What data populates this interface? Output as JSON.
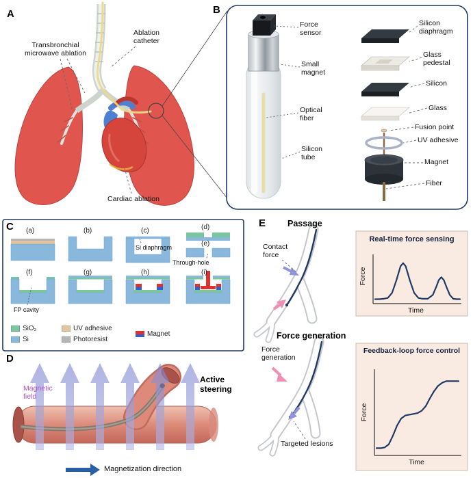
{
  "panels": {
    "a": {
      "letter": "A",
      "labels": {
        "transbronchial": "Transbronchial\nmicrowave ablation",
        "ablation_catheter": "Ablation\ncatheter",
        "cardiac_ablation": "Cardiac ablation"
      }
    },
    "b": {
      "letter": "B",
      "probe_labels": {
        "force_sensor": "Force\nsensor",
        "small_magnet": "Small\nmagnet",
        "optical_fiber": "Optical\nfiber",
        "silicon_tube": "Silicon\ntube"
      },
      "stack_labels": {
        "silicon_diaphragm": "Silicon\ndiaphragm",
        "glass_pedestal": "Glass\npedestal",
        "silicon": "Silicon",
        "glass": "Glass",
        "fusion_point": "Fusion point",
        "uv_adhesive": "UV adhesive",
        "magnet": "Magnet",
        "fiber": "Fiber"
      }
    },
    "c": {
      "letter": "C",
      "steps": [
        "(a)",
        "(b)",
        "(c)",
        "(d)",
        "(e)",
        "(f)",
        "(g)",
        "(h)",
        "(i)"
      ],
      "annotations": {
        "si_diaphragm": "Si diaphragm",
        "through_hole": "Through-hole",
        "fp_cavity": "FP cavity"
      },
      "legend": [
        {
          "label": "SiO₂",
          "color": "#7cc5a1"
        },
        {
          "label": "Si",
          "color": "#8ab8dc"
        },
        {
          "label": "UV adhesive",
          "color": "#e2c49e"
        },
        {
          "label": "Photoresist",
          "color": "#b5b5b5"
        },
        {
          "label": "Magnet",
          "color": "#e0312d",
          "color2": "#2f5fd0"
        }
      ]
    },
    "d": {
      "letter": "D",
      "labels": {
        "magnetic_field": "Magnetic\nfield",
        "active_steering": "Active\nsteering",
        "magnetization_direction": "Magnetization direction"
      },
      "magnetic_field_color": "#b04fc8"
    },
    "e": {
      "letter": "E",
      "headings": {
        "passage": "Passage",
        "force_generation": "Force generation"
      },
      "labels": {
        "contact_force": "Contact\nforce",
        "force_generation_arrow": "Force\ngeneration",
        "targeted_lesions": "Targeted lesions"
      }
    }
  },
  "chart_data": [
    {
      "type": "line",
      "title": "Real-time force sensing",
      "xlabel": "Time",
      "ylabel": "Force",
      "description": "Qualitative sketch: two transient contact-force peaks during passage, first larger than second; axes unnumbered",
      "x_range": [
        0,
        1
      ],
      "y_range": [
        0,
        1
      ],
      "x": [
        0,
        0.05,
        0.1,
        0.15,
        0.2,
        0.25,
        0.3,
        0.33,
        0.36,
        0.41,
        0.46,
        0.51,
        0.56,
        0.62,
        0.68,
        0.72,
        0.75,
        0.78,
        0.81,
        0.84,
        0.88,
        0.92,
        0.96,
        1.0
      ],
      "y": [
        0.04,
        0.04,
        0.05,
        0.07,
        0.19,
        0.48,
        0.82,
        0.89,
        0.82,
        0.48,
        0.19,
        0.07,
        0.05,
        0.05,
        0.14,
        0.33,
        0.49,
        0.56,
        0.49,
        0.33,
        0.14,
        0.05,
        0.04,
        0.04
      ]
    },
    {
      "type": "line",
      "title": "Feedback-loop force control",
      "xlabel": "Time",
      "ylabel": "Force",
      "description": "Qualitative sketch: monotonic staircase force profile (rise, plateau, rise, plateau); axes unnumbered",
      "x_range": [
        0,
        1
      ],
      "y_range": [
        0,
        1
      ],
      "x": [
        0,
        0.05,
        0.1,
        0.15,
        0.2,
        0.25,
        0.3,
        0.35,
        0.4,
        0.45,
        0.5,
        0.55,
        0.6,
        0.65,
        0.7,
        0.75,
        0.8,
        0.85,
        0.9,
        0.95,
        1.0
      ],
      "y": [
        0.04,
        0.04,
        0.05,
        0.09,
        0.2,
        0.33,
        0.42,
        0.46,
        0.47,
        0.48,
        0.49,
        0.52,
        0.58,
        0.68,
        0.77,
        0.84,
        0.88,
        0.9,
        0.9,
        0.9,
        0.9
      ]
    }
  ],
  "colors": {
    "panel_border": "#1f3864",
    "curve": "#1f3864",
    "chart_bg": "#f9eae2",
    "lung": "#e0564e",
    "vessel": "#d97f70",
    "field_arrow": "#8d94d8",
    "magnetization_arrow": "#2a5fa8"
  }
}
